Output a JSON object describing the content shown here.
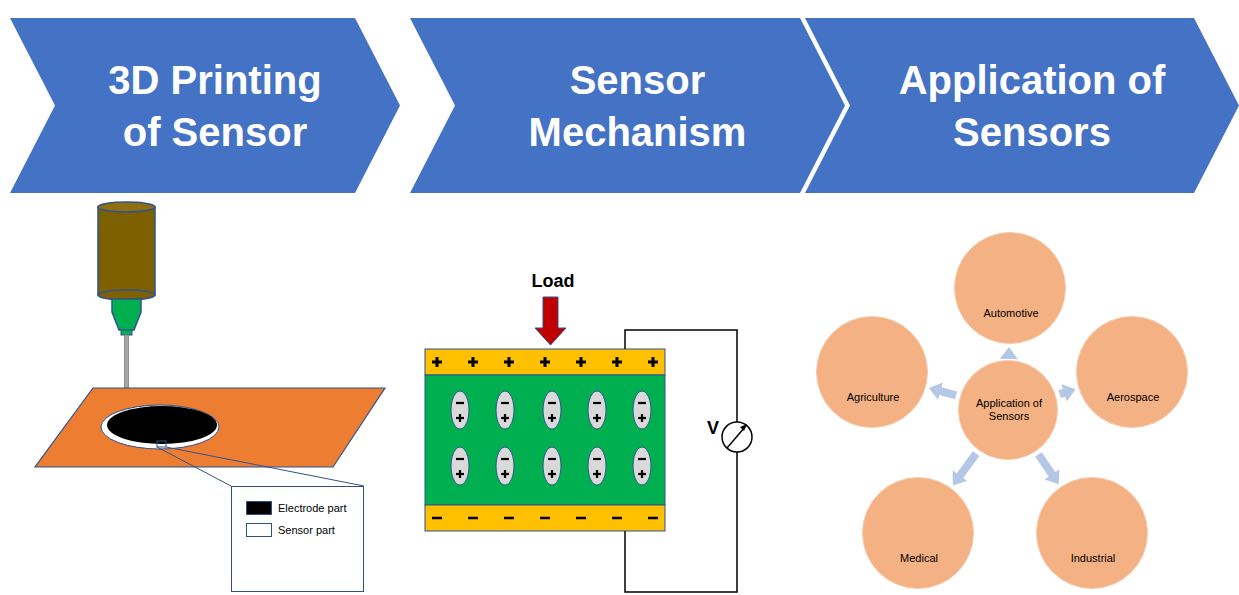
{
  "diagram": {
    "nodes": [
      {
        "text": [
          "3D Printing of Sensor"
        ]
      },
      {
        "text": [
          "Sensor Mechanism"
        ]
      },
      {
        "text": [
          "Application of Sensors"
        ]
      },
      {
        "text": [
          "Automotive"
        ]
      },
      {
        "text": [
          "Agriculture"
        ]
      },
      {
        "text": [
          "Application of Sensors"
        ]
      },
      {
        "text": [
          "Aerospace"
        ]
      },
      {
        "text": [
          "Medical"
        ]
      },
      {
        "text": [
          "Industrial"
        ]
      }
    ],
    "edges": [
      {
        "from": 5,
        "to": 3,
        "arrow": "to"
      },
      {
        "from": 5,
        "to": 6,
        "arrow": "to"
      },
      {
        "from": 5,
        "to": 8,
        "arrow": "to"
      },
      {
        "from": 5,
        "to": 7,
        "arrow": "to"
      },
      {
        "from": 5,
        "to": 4,
        "arrow": "to"
      }
    ],
    "labels": [
      "Load",
      "V"
    ],
    "legend": [
      {
        "text": "Electrode part",
        "color": "#000000"
      },
      {
        "text": "Sensor part",
        "color": "#ffffff"
      }
    ]
  }
}
